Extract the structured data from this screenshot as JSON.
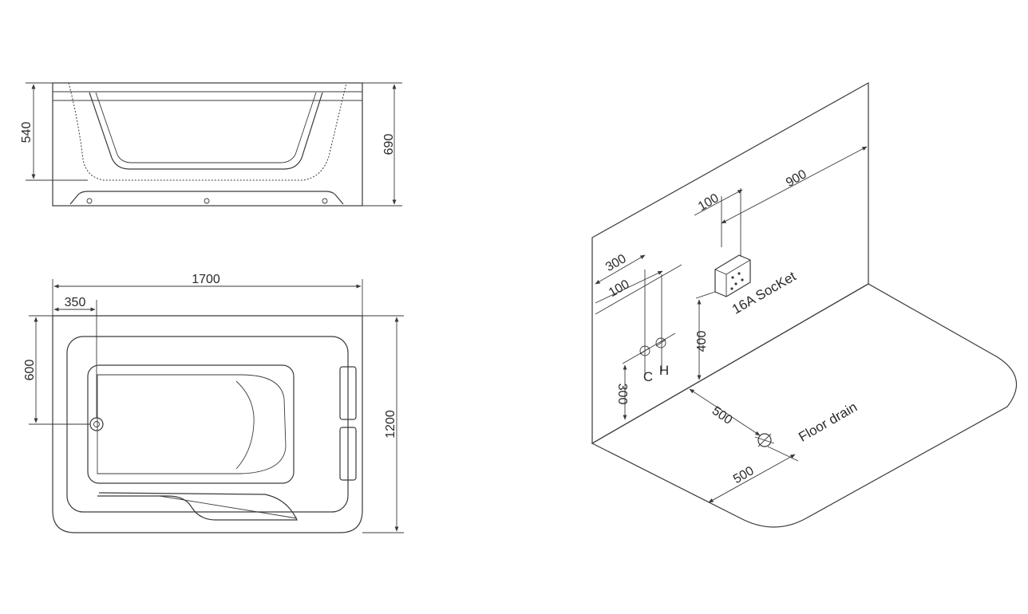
{
  "side_view": {
    "height_inner": "540",
    "height_total": "690"
  },
  "top_view": {
    "length": "1700",
    "drain_offset_x": "350",
    "drain_offset_y": "600",
    "width": "1200"
  },
  "install_view": {
    "wall_offset_300": "300",
    "wall_offset_100": "100",
    "socket_offset_100": "100",
    "socket_offset_900": "900",
    "socket_label": "16A SocKet",
    "socket_height": "400",
    "cold_label": "C",
    "hot_label": "H",
    "pipe_height": "300",
    "drain_from_wall": "500",
    "drain_from_side": "500",
    "drain_label": "Floor drain"
  }
}
